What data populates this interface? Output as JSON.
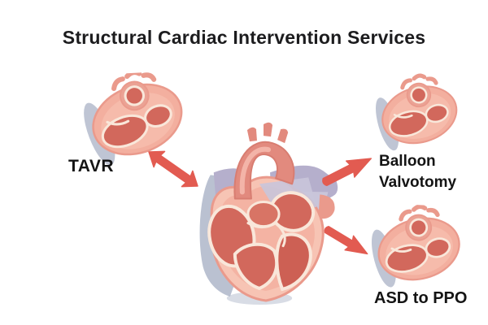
{
  "title": "Structural Cardiac Intervention Services",
  "procedures": {
    "tavr": {
      "label": "TAVR"
    },
    "balloon_valvotomy": {
      "line1": "Balloon",
      "line2": "Valvotomy"
    },
    "asd_to_ppo": {
      "label": "ASD to PPO"
    }
  },
  "illustrations": {
    "center": "heart-cross-section",
    "tavr": "small-heart-tavr",
    "balloon_valvotomy": "small-heart-valvotomy",
    "asd_to_ppo": "small-heart-asd"
  },
  "colors": {
    "background": "#ffffff",
    "title-text": "#1c1c1e",
    "label-text": "#141414",
    "arrow": "#e25b51",
    "heart-body": "#f3af9f",
    "heart-wall": "#f7c4b4",
    "heart-outline": "#ea9a8c",
    "heart-chamber": "#d2685c",
    "heart-chamber-dark": "#cd6054",
    "heart-rim": "#f9e7da",
    "aorta": "#e28a7e",
    "aorta-highlight": "#f3b4a8",
    "vessel-purple": "#b5afcc",
    "vessel-purple-light": "#c9c5da",
    "shadow-blue": "#a9b2c6"
  }
}
